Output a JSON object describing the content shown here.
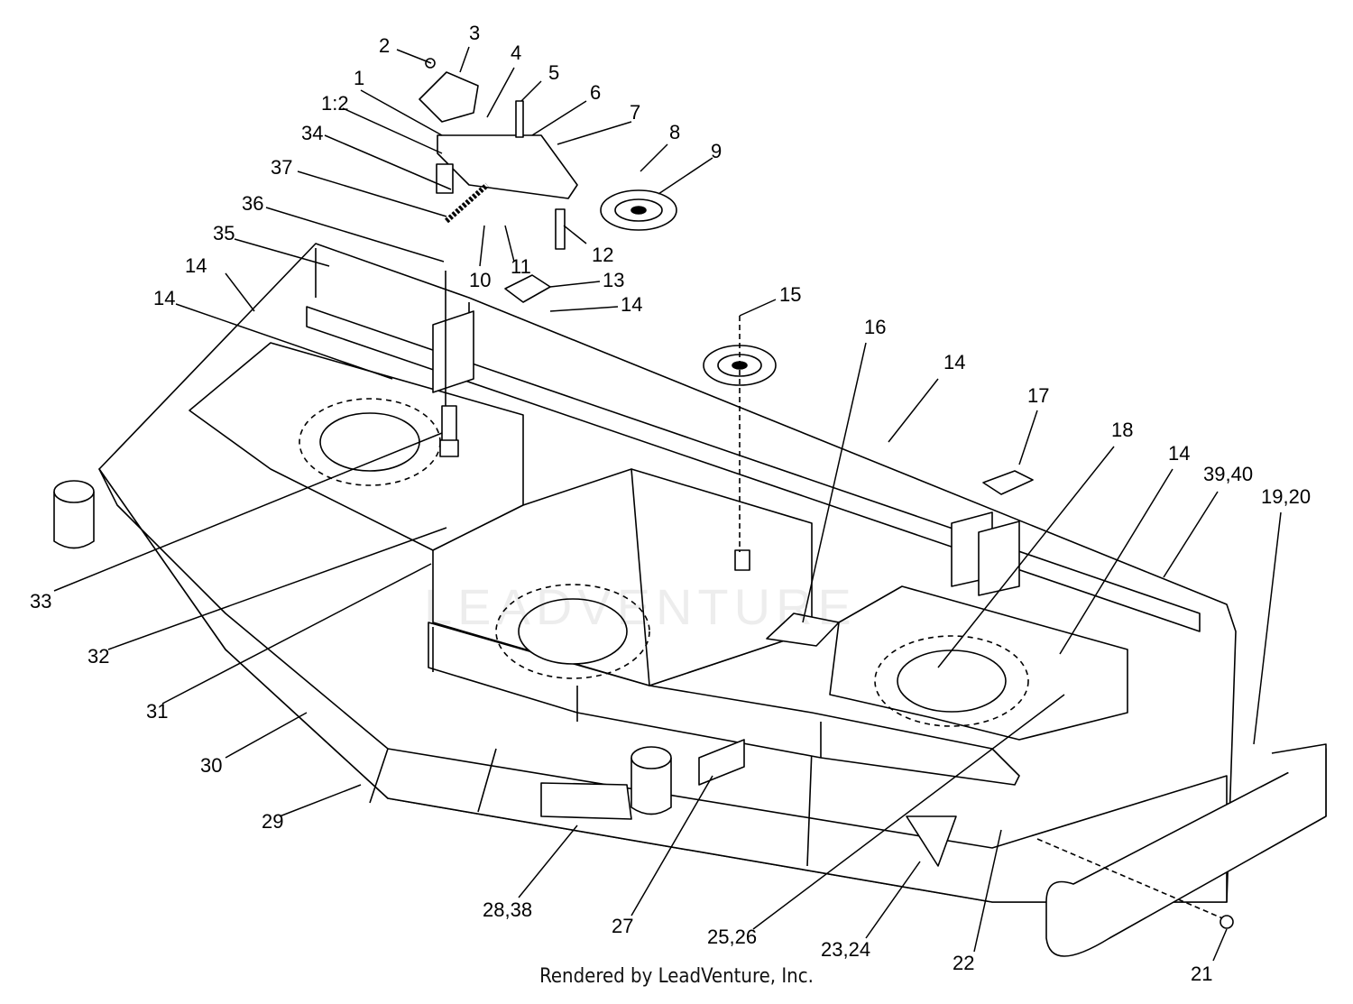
{
  "footer_text": "Rendered by LeadVenture, Inc.",
  "watermark_text": "LEADVENTURE",
  "colors": {
    "ink": "#000000",
    "paper": "#ffffff",
    "watermark": "#e6e6e6"
  },
  "callouts": [
    "1",
    "1:2",
    "2",
    "3",
    "4",
    "5",
    "6",
    "7",
    "8",
    "9",
    "10",
    "11",
    "12",
    "13",
    "14",
    "15",
    "16",
    "17",
    "18",
    "19,20",
    "21",
    "22",
    "23,24",
    "25,26",
    "27",
    "28,38",
    "29",
    "30",
    "31",
    "32",
    "33",
    "34",
    "35",
    "36",
    "37",
    "39,40"
  ]
}
